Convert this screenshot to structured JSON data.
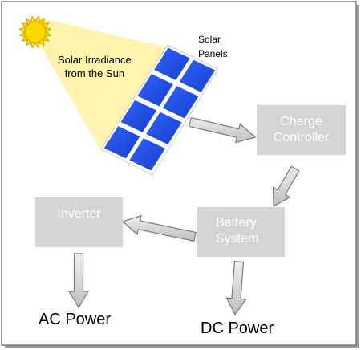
{
  "labels": {
    "solar_irradiance_line1": "Solar Irradiance",
    "solar_irradiance_line2": "from the Sun",
    "solar_panels_line1": "Solar",
    "solar_panels_line2": "Panels",
    "charge_controller_line1": "Charge",
    "charge_controller_line2": "Controller",
    "inverter": "Inverter",
    "battery_line1": "Battery",
    "battery_line2": "System",
    "ac_power": "AC Power",
    "dc_power": "DC Power"
  },
  "colors": {
    "box_fill": "#d4d4d4",
    "beam": "#fff5a0",
    "panel_cell": "#1f4fe0",
    "sun": "#ffd800",
    "arrow_fill": "#d8d8d8",
    "arrow_stroke": "#7a7a7a",
    "frame": "#7f7f7f"
  },
  "icons": {
    "sun": "sun-icon"
  }
}
